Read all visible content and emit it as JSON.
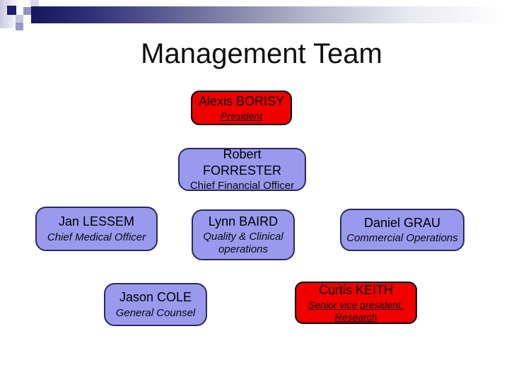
{
  "slide": {
    "title": "Management Team"
  },
  "org_chart": {
    "boxes": [
      {
        "name": "Alexis BORISY",
        "role": "President",
        "variant": "red",
        "role_style": "italic-underline"
      },
      {
        "name": "Robert FORRESTER",
        "role": "Chief Financial Officer",
        "variant": "purple",
        "role_style": "regular"
      },
      {
        "name": "Jan LESSEM",
        "role": "Chief Medical Officer",
        "variant": "purple",
        "role_style": "italic"
      },
      {
        "name": "Lynn BAIRD",
        "role": "Quality & Clinical operations",
        "variant": "purple",
        "role_style": "italic"
      },
      {
        "name": "Daniel GRAU",
        "role": "Commercial Operations",
        "variant": "purple",
        "role_style": "italic"
      },
      {
        "name": "Jason COLE",
        "role": "General Counsel",
        "variant": "purple",
        "role_style": "italic"
      },
      {
        "name": "Curtis KEITH",
        "role": "Senior vice president, Research",
        "variant": "red",
        "role_style": "italic-underline"
      }
    ],
    "colors": {
      "red_box_bg": "#f10000",
      "red_box_border": "#000000",
      "purple_box_bg": "#9999ee",
      "purple_box_border": "#2a2a5e",
      "ornament_navy": "#1c1c70",
      "text": "#000000",
      "background": "#ffffff"
    }
  }
}
